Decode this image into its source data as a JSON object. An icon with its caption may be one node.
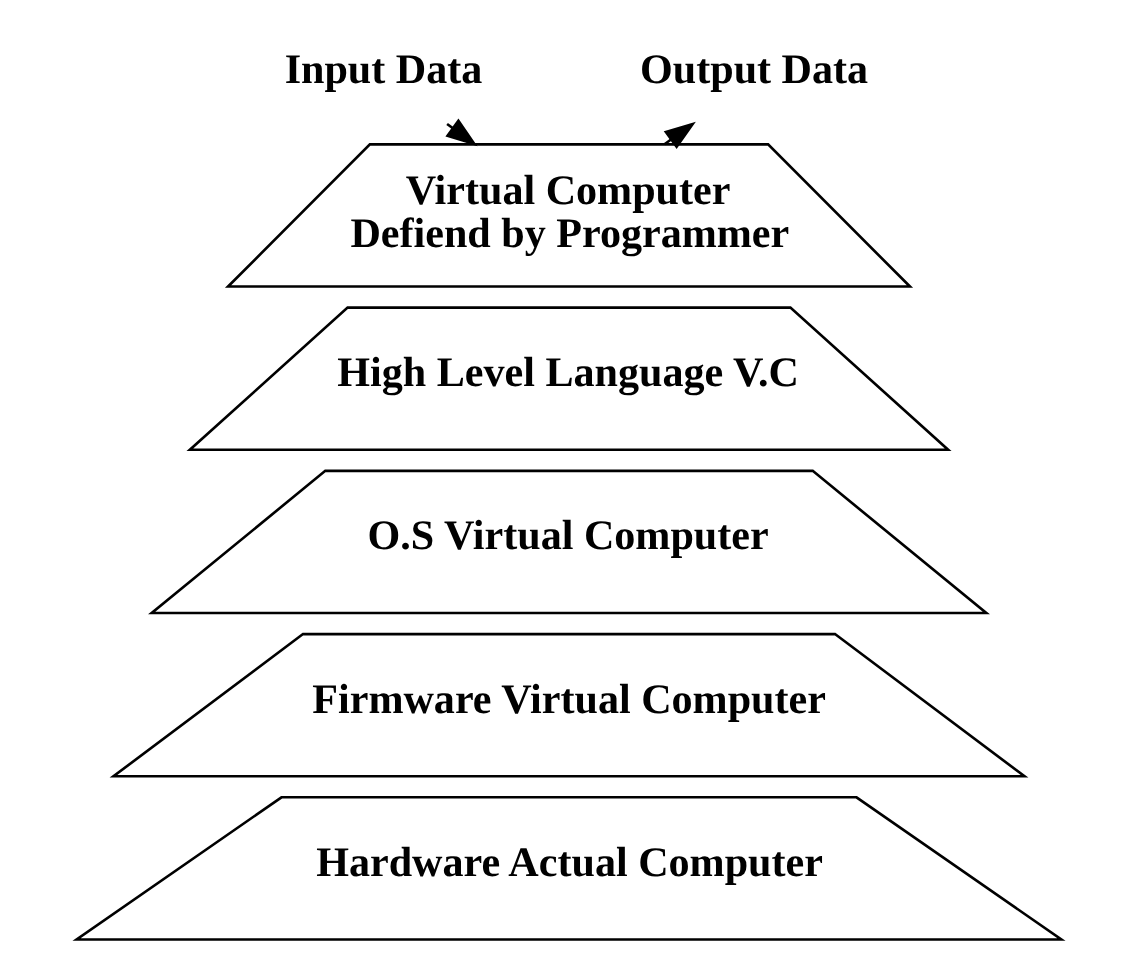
{
  "diagram": {
    "nodes": [
      {
        "text": [
          "Input Data"
        ]
      },
      {
        "text": [
          "Output Data"
        ]
      },
      {
        "text": [
          "Virtual Computer Defiend by Programmer"
        ]
      },
      {
        "text": [
          "High Level Language V.C"
        ]
      },
      {
        "text": [
          "O.S Virtual Computer"
        ]
      },
      {
        "text": [
          "Firmware Virtual Computer"
        ]
      },
      {
        "text": [
          "Hardware Actual Computer"
        ]
      }
    ],
    "edges": [
      {
        "from": 0,
        "to": 2,
        "arrow": "to"
      },
      {
        "from": 2,
        "to": 1,
        "arrow": "to"
      }
    ]
  }
}
